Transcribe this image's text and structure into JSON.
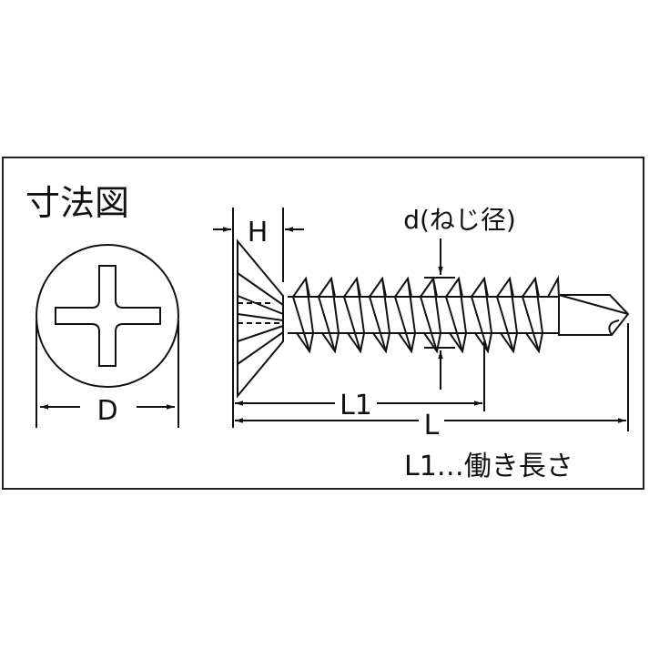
{
  "title": "寸法図",
  "labels": {
    "head_diameter": "D",
    "head_height": "H",
    "thread_diameter": "d(ねじ径)",
    "working_length": "L1",
    "total_length": "L",
    "note": "L1…働き長さ"
  },
  "colors": {
    "line": "#111111",
    "background": "#ffffff",
    "frame": "#222222"
  }
}
